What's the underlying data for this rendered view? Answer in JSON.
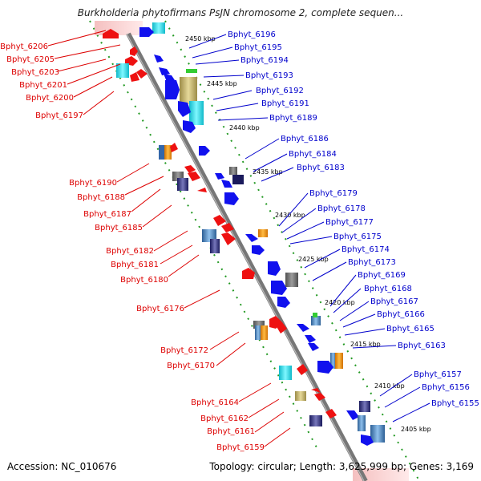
{
  "title": "Burkholderia phytofirmans PsJN chromosome 2, complete sequen...",
  "footer": {
    "accession_text": "Accession: NC_010676",
    "topology_text": "Topology: circular; Length: 3,625,999 bp; Genes: 3,169"
  },
  "colors": {
    "left_labels": "#dd0000",
    "right_labels": "#0000cc",
    "backbone": "#777777",
    "dots": "#229922"
  },
  "kbp_ticks": [
    "2450 kbp",
    "2445 kbp",
    "2440 kbp",
    "2435 kbp",
    "2430 kbp",
    "2425 kbp",
    "2420 kbp",
    "2415 kbp",
    "2410 kbp",
    "2405 kbp"
  ],
  "left_labels": [
    "Bphyt_6206",
    "Bphyt_6205",
    "Bphyt_6203",
    "Bphyt_6201",
    "Bphyt_6200",
    "Bphyt_6197",
    "Bphyt_6190",
    "Bphyt_6188",
    "Bphyt_6187",
    "Bphyt_6185",
    "Bphyt_6182",
    "Bphyt_6181",
    "Bphyt_6180",
    "Bphyt_6176",
    "Bphyt_6172",
    "Bphyt_6170",
    "Bphyt_6164",
    "Bphyt_6162",
    "Bphyt_6161",
    "Bphyt_6159"
  ],
  "right_labels": [
    "Bphyt_6196",
    "Bphyt_6195",
    "Bphyt_6194",
    "Bphyt_6193",
    "Bphyt_6192",
    "Bphyt_6191",
    "Bphyt_6189",
    "Bphyt_6186",
    "Bphyt_6184",
    "Bphyt_6183",
    "Bphyt_6179",
    "Bphyt_6178",
    "Bphyt_6177",
    "Bphyt_6175",
    "Bphyt_6174",
    "Bphyt_6173",
    "Bphyt_6169",
    "Bphyt_6168",
    "Bphyt_6167",
    "Bphyt_6166",
    "Bphyt_6165",
    "Bphyt_6163",
    "Bphyt_6157",
    "Bphyt_6156",
    "Bphyt_6155"
  ]
}
